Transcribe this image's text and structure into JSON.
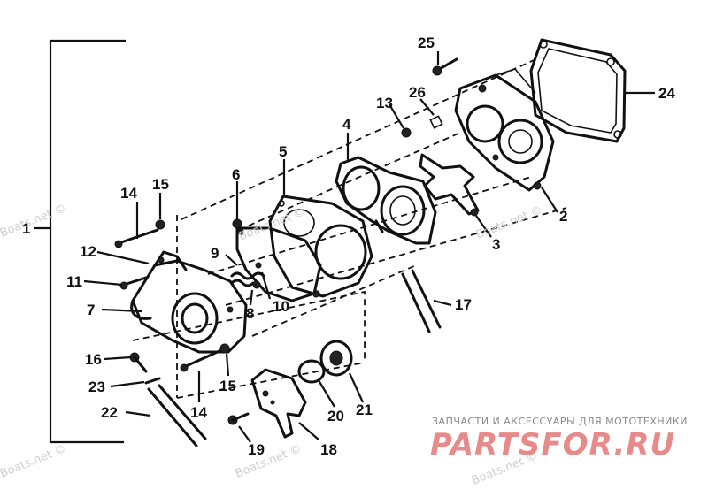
{
  "callouts": {
    "c1": "1",
    "c2": "2",
    "c3": "3",
    "c4": "4",
    "c5": "5",
    "c6": "6",
    "c7": "7",
    "c8": "8",
    "c9": "9",
    "c10": "10",
    "c11": "11",
    "c12": "12",
    "c13": "13",
    "c14a": "14",
    "c14b": "14",
    "c15a": "15",
    "c15b": "15",
    "c16": "16",
    "c17": "17",
    "c18": "18",
    "c19": "19",
    "c20": "20",
    "c21": "21",
    "c22": "22",
    "c23": "23",
    "c24": "24",
    "c25": "25",
    "c26": "26"
  },
  "watermarks": {
    "w1": "Boats.net ©",
    "w2": "Boats.net ©",
    "w3": "Boats.net ©",
    "w4": "Boats.net ©",
    "w5": "Boats.net ©",
    "w6": "Boats.net ©"
  },
  "branding": {
    "tagline": "ЗАПЧАСТИ И АКСЕССУАРЫ ДЛЯ МОТОТЕХНИКИ",
    "logo_text": "PARTSFOR.RU"
  },
  "colors": {
    "line": "#111111",
    "watermark": "#cfcfcf",
    "logo": "#e88a8a"
  }
}
